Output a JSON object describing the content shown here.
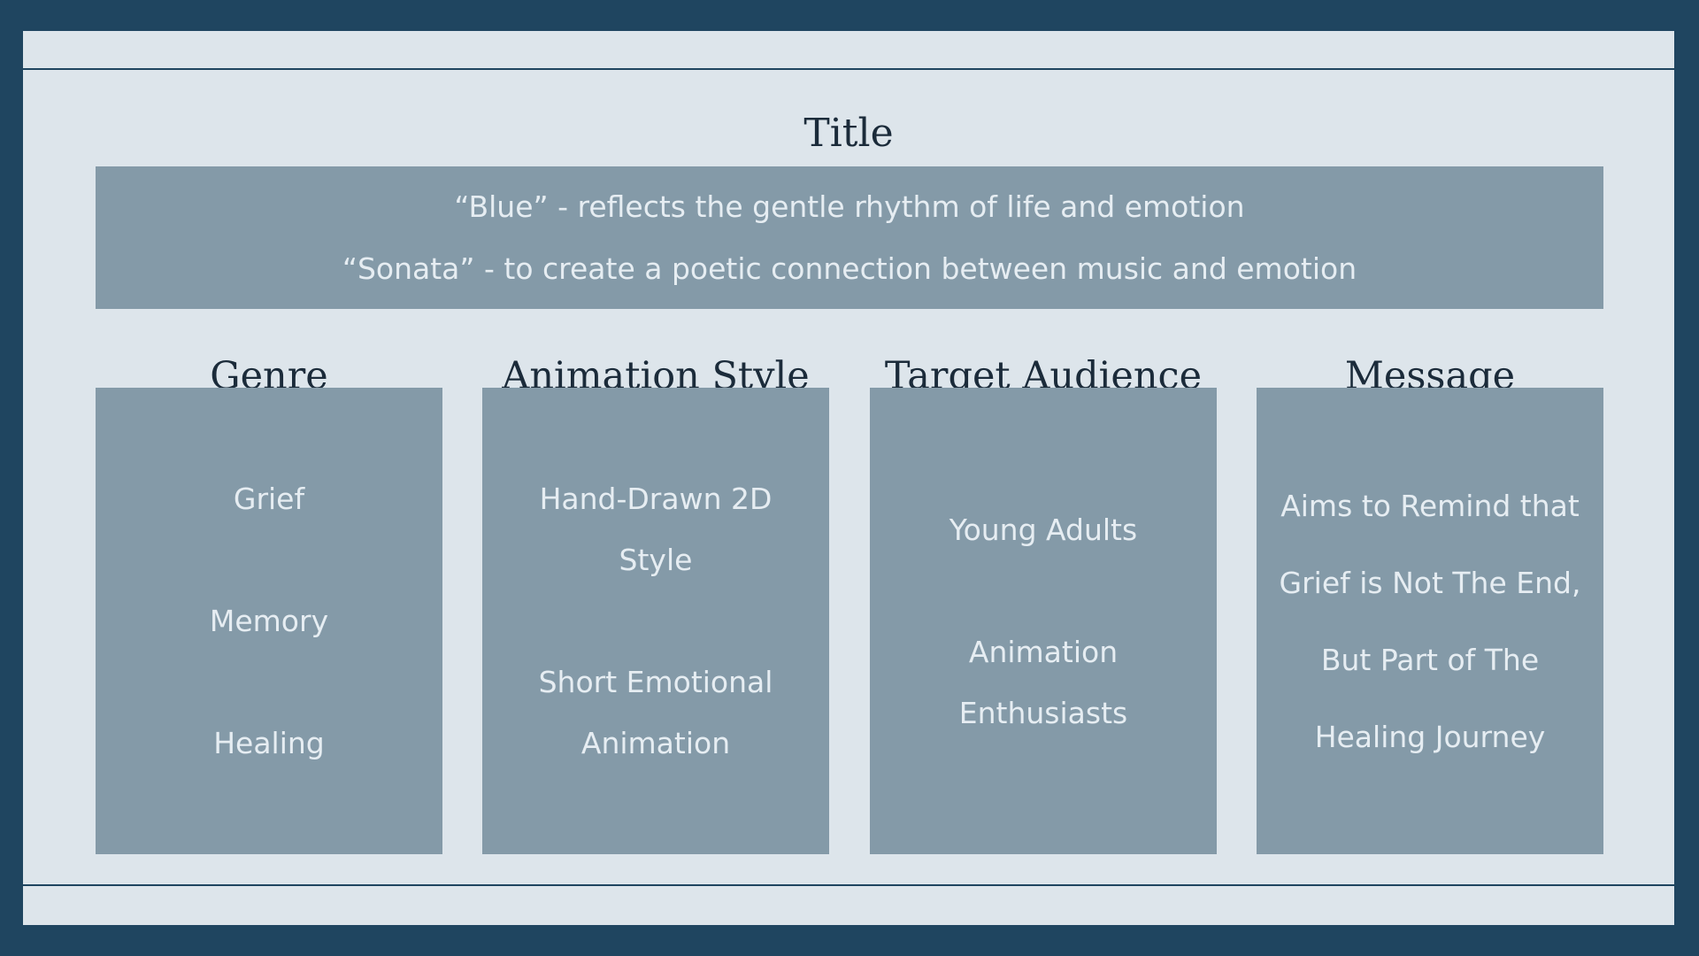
{
  "title": "Title",
  "banner": {
    "line1": "“Blue” - reflects the gentle rhythm of life and emotion",
    "line2": "“Sonata” - to create a poetic connection between music and emotion"
  },
  "columns": [
    {
      "heading": "Genre",
      "items": [
        "Grief",
        "Memory",
        "Healing"
      ]
    },
    {
      "heading": "Animation Style",
      "items": [
        "Hand-Drawn 2D Style",
        "Short Emotional Animation"
      ]
    },
    {
      "heading": "Target Audience",
      "items": [
        "Young Adults",
        "Animation Enthusiasts"
      ]
    },
    {
      "heading": "Message",
      "text": "Aims to Remind that Grief is Not The End, But Part of The Healing Journey"
    }
  ],
  "colors": {
    "frame": "#1f4560",
    "background": "#dde5eb",
    "panel": "#849aa8",
    "panel_text": "#e6edf2",
    "heading_text": "#1b2b3a"
  }
}
